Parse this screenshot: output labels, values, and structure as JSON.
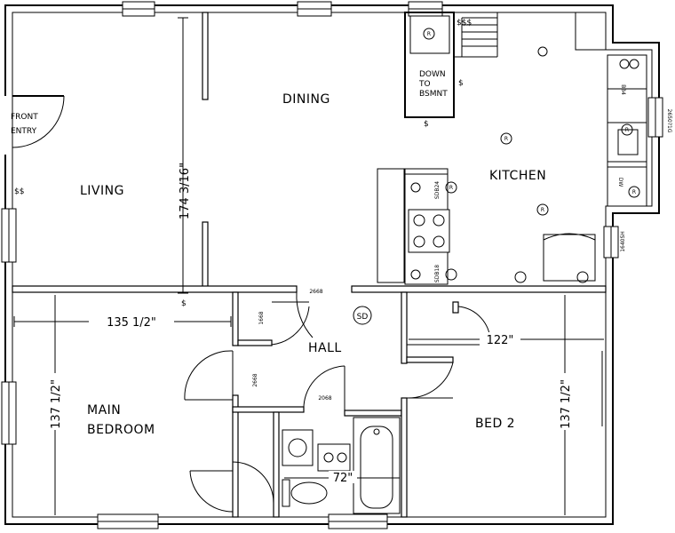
{
  "rooms": {
    "front_entry_line1": "FRONT",
    "front_entry_line2": "ENTRY",
    "living": "LIVING",
    "dining": "DINING",
    "kitchen": "KITCHEN",
    "hall": "HALL",
    "main_bedroom_line1": "MAIN",
    "main_bedroom_line2": "BEDROOM",
    "bed2": "BED 2"
  },
  "dimensions": {
    "living_height": "174 3/16\"",
    "main_width": "135 1/2\"",
    "main_height": "137 1/2\"",
    "bed2_width": "122\"",
    "bed2_height": "137 1/2\"",
    "bath_width": "72\""
  },
  "labels": {
    "stairs_line1": "DOWN",
    "stairs_line2": "TO",
    "stairs_line3": "BSMNT",
    "door_2668_top": "2668",
    "door_2668_hall": "2668",
    "door_2068": "2068",
    "door_1668": "1668",
    "smoke_detector": "SD",
    "cab_b24": "SDB24",
    "cab_b18": "SDB18",
    "cab_b34": "B34",
    "dishwasher": "DW",
    "window_top_right": "2650?1G",
    "window_right": "1640SH",
    "receptacle": "R",
    "switch": "$",
    "switch_double": "$$",
    "switch_triple": "$$$"
  }
}
